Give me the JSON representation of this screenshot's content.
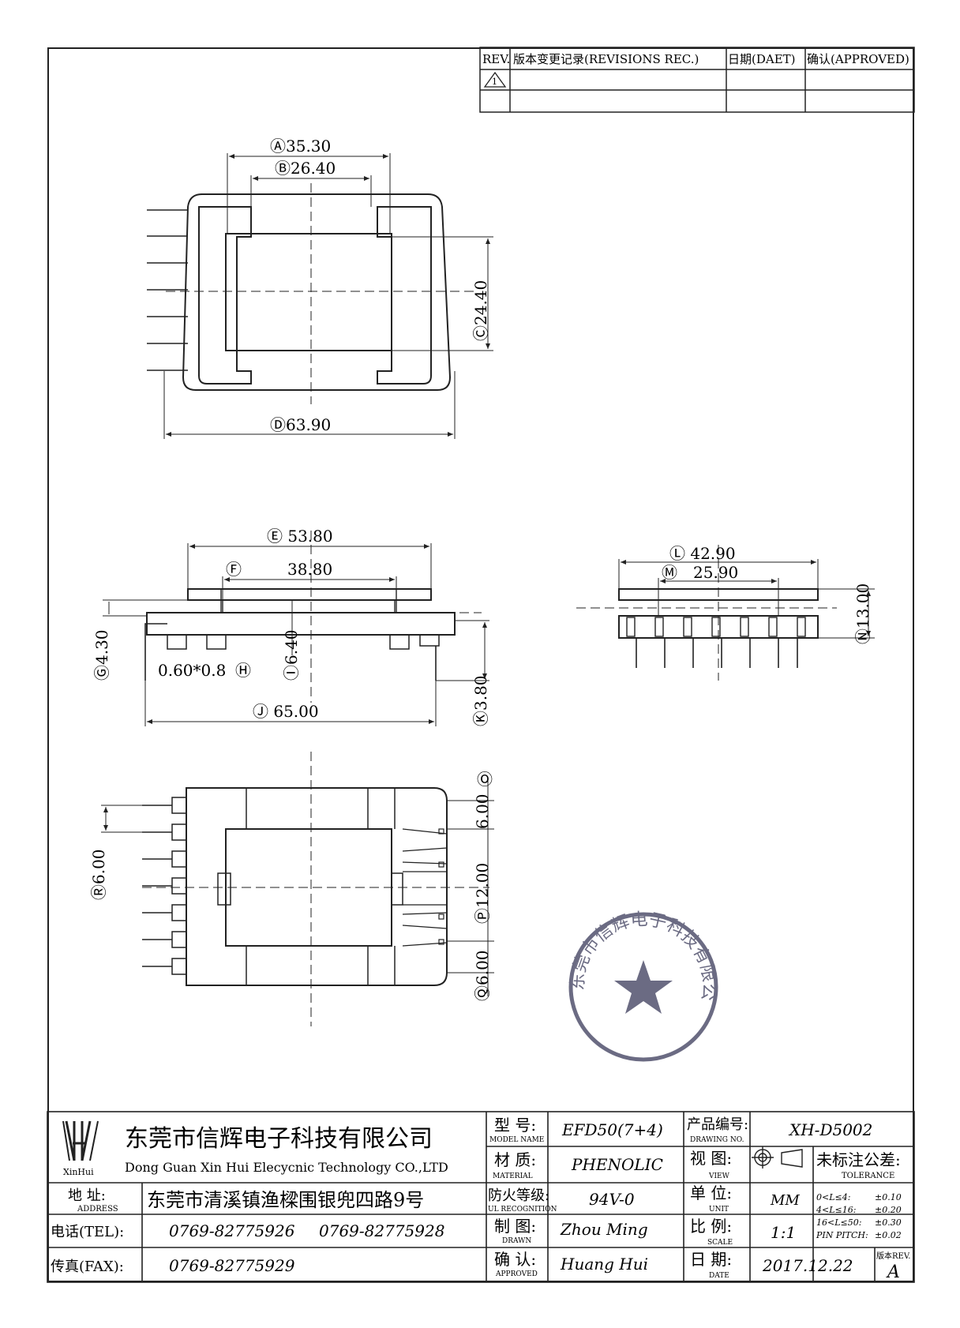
{
  "revision_table": {
    "headers": {
      "rev": "REV.",
      "record": "版本变更记录(REVISIONS REC.)",
      "date": "日期(DAET)",
      "approved": "确认(APPROVED)"
    },
    "rows": [
      {
        "rev": "1",
        "record": "",
        "date": "",
        "approved": ""
      },
      {
        "rev": "",
        "record": "",
        "date": "",
        "approved": ""
      }
    ]
  },
  "top_view": {
    "dim_a": "Ⓐ35.30",
    "dim_b": "Ⓑ26.40",
    "dim_c": "Ⓒ24.40",
    "dim_d": "Ⓓ63.90"
  },
  "side_view": {
    "dim_e": "Ⓔ 53.80",
    "dim_f": "38.80",
    "dim_f_marker": "Ⓕ",
    "dim_g": "Ⓖ4.30",
    "dim_h": "0.60*0.8",
    "dim_h_marker": "Ⓗ",
    "dim_i": "Ⓘ6.40",
    "dim_j": "Ⓙ 65.00",
    "dim_k": "Ⓚ3.80"
  },
  "end_view": {
    "dim_l": "Ⓛ 42.90",
    "dim_m": "25.90",
    "dim_m_marker": "Ⓜ",
    "dim_n": "Ⓝ13.00"
  },
  "bottom_view": {
    "dim_o": "Ⓞ",
    "dim_o_value": "6.00",
    "dim_p": "Ⓟ12.00",
    "dim_q": "Ⓠ6.00",
    "dim_r": "Ⓡ6.00"
  },
  "stamp": {
    "text": "东莞市信辉电子科技有限公司"
  },
  "title_block": {
    "logo_text": "XinHui",
    "company_cn": "东莞市信辉电子科技有限公司",
    "company_en": "Dong Guan Xin Hui Elecycnic Technology CO.,LTD",
    "address_label": "地 址:",
    "address_label_en": "ADDRESS",
    "address_value": "东莞市清溪镇渔樑围银兜四路9号",
    "tel_label": "电话(TEL):",
    "tel_value_1": "0769-82775926",
    "tel_value_2": "0769-82775928",
    "fax_label": "传真(FAX):",
    "fax_value": "0769-82775929",
    "model_label": "型 号:",
    "model_label_en": "MODEL NAME",
    "model_value": "EFD50(7+4)",
    "material_label": "材 质:",
    "material_label_en": "MATERIAL",
    "material_value": "PHENOLIC",
    "ul_label": "防火等级:",
    "ul_label_en": "UL RECOGNITION",
    "ul_value": "94V-0",
    "drawn_label": "制 图:",
    "drawn_label_en": "DRAWN",
    "drawn_value": "Zhou Ming",
    "approved_label": "确 认:",
    "approved_label_en": "APPROVED",
    "approved_value": "Huang Hui",
    "drawing_no_label": "产品编号:",
    "drawing_no_label_en": "DRAWING NO.",
    "drawing_no_value": "XH-D5002",
    "view_label": "视 图:",
    "view_label_en": "VIEW",
    "unit_label": "单 位:",
    "unit_label_en": "UNIT",
    "unit_value": "MM",
    "scale_label": "比 例:",
    "scale_label_en": "SCALE",
    "scale_value": "1:1",
    "date_label": "日 期:",
    "date_label_en": "DATE",
    "date_value": "2017.12.22",
    "tolerance_label": "未标注公差:",
    "tolerance_label_en": "TOLERANCE",
    "tolerance_rows": [
      {
        "range": "0<L≤4:",
        "value": "±0.10"
      },
      {
        "range": "4<L≤16:",
        "value": "±0.20"
      },
      {
        "range": "16<L≤50:",
        "value": "±0.30"
      },
      {
        "range": "PIN PITCH:",
        "value": "±0.02"
      }
    ],
    "rev_label": "版本REV.",
    "rev_value": "A"
  }
}
